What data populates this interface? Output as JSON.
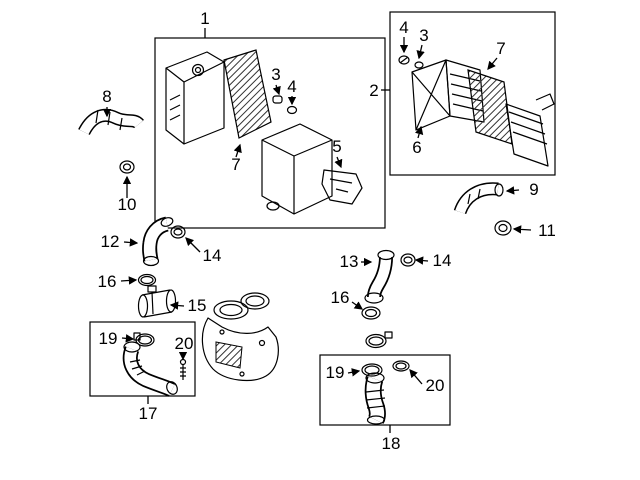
{
  "colors": {
    "background": "#ffffff",
    "ink": "#000000"
  },
  "callouts": {
    "n1": "1",
    "n2": "2",
    "n3a": "3",
    "n3b": "3",
    "n4a": "4",
    "n4b": "4",
    "n5": "5",
    "n6": "6",
    "n7a": "7",
    "n7b": "7",
    "n8": "8",
    "n9": "9",
    "n10": "10",
    "n11": "11",
    "n12": "12",
    "n13": "13",
    "n14a": "14",
    "n14b": "14",
    "n15": "15",
    "n16a": "16",
    "n16b": "16",
    "n17": "17",
    "n18": "18",
    "n19a": "19",
    "n19b": "19",
    "n20a": "20",
    "n20b": "20"
  }
}
